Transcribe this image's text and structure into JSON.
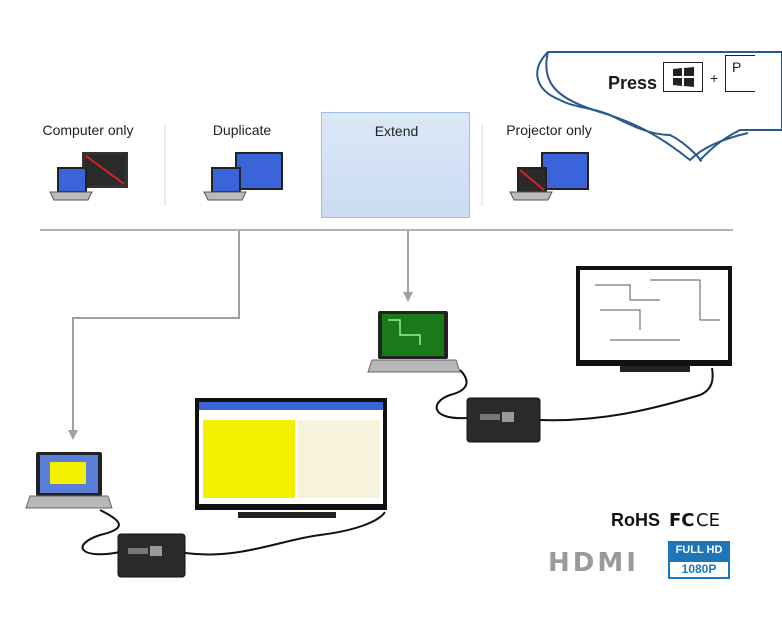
{
  "display_modes": [
    {
      "label": "Computer only",
      "selected": false
    },
    {
      "label": "Duplicate",
      "selected": false
    },
    {
      "label": "Extend",
      "selected": true
    },
    {
      "label": "Projector only",
      "selected": false
    }
  ],
  "callout": {
    "press_label": "Press",
    "plus": "+",
    "key_letter": "P",
    "windows_key_icon": "windows-logo-icon"
  },
  "certifications": {
    "rohs": "RoHS",
    "fc": "FC",
    "ce": "CE"
  },
  "hdmi_logo": "HDMI",
  "badge": {
    "line1": "FULL HD",
    "line2": "1080P"
  },
  "colors": {
    "selected_bg": "#cbdcf2",
    "screen_blue": "#3a64d8",
    "badge_blue": "#1e76b8",
    "connector_line": "#a0a0a0"
  }
}
